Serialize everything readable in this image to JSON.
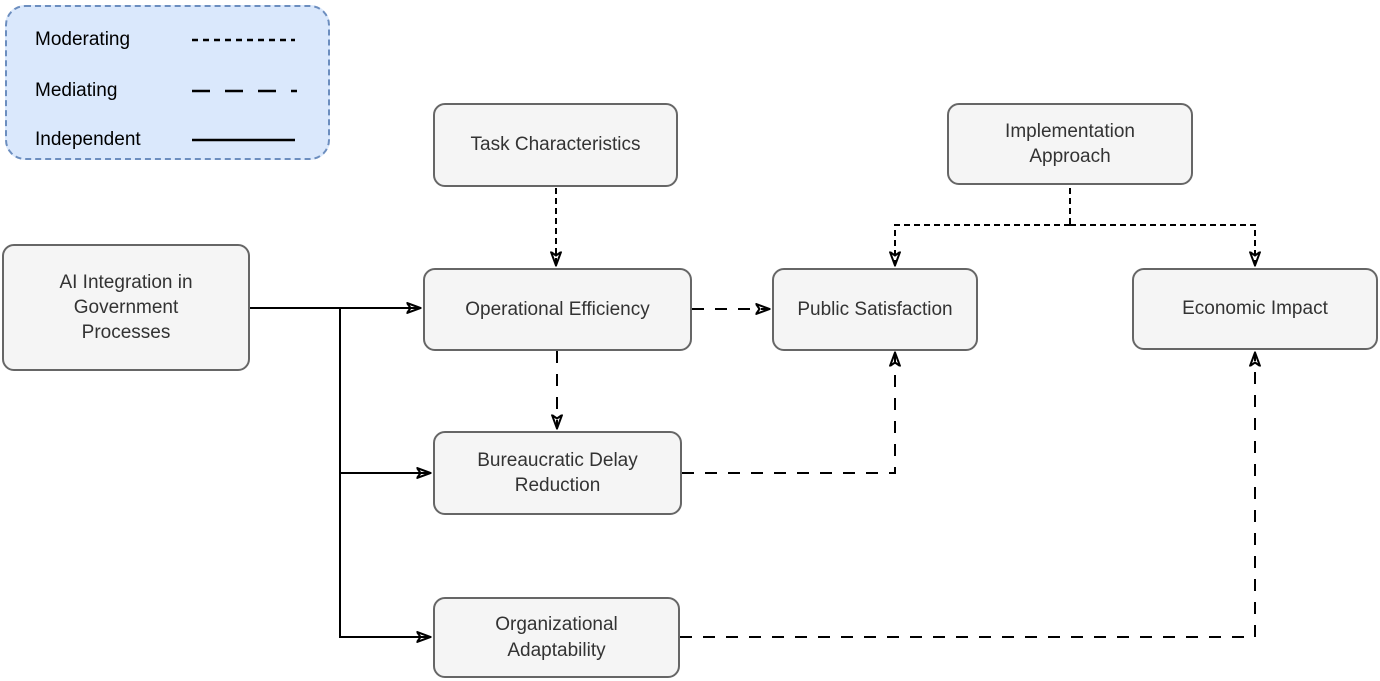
{
  "diagram": {
    "legend": {
      "items": [
        {
          "label": "Moderating",
          "line_style": "dotted"
        },
        {
          "label": "Mediating",
          "line_style": "dashed"
        },
        {
          "label": "Independent",
          "line_style": "solid"
        }
      ],
      "fill_color": "#dae8fc",
      "border_color": "#6c8ebf"
    },
    "nodes": {
      "ai_integration": {
        "label": "AI Integration in Government Processes"
      },
      "task_characteristics": {
        "label": "Task Characteristics"
      },
      "implementation_approach": {
        "label": "Implementation Approach"
      },
      "operational_efficiency": {
        "label": "Operational Efficiency"
      },
      "public_satisfaction": {
        "label": "Public Satisfaction"
      },
      "economic_impact": {
        "label": "Economic Impact"
      },
      "bureaucratic_delay_reduction": {
        "label": "Bureaucratic Delay Reduction"
      },
      "organizational_adaptability": {
        "label": "Organizational Adaptability"
      }
    },
    "edges": [
      {
        "from": "ai_integration",
        "to": "operational_efficiency",
        "style": "solid"
      },
      {
        "from": "ai_integration",
        "to": "bureaucratic_delay_reduction",
        "style": "solid"
      },
      {
        "from": "ai_integration",
        "to": "organizational_adaptability",
        "style": "solid"
      },
      {
        "from": "operational_efficiency",
        "to": "public_satisfaction",
        "style": "dashed"
      },
      {
        "from": "operational_efficiency",
        "to": "bureaucratic_delay_reduction",
        "style": "dashed"
      },
      {
        "from": "bureaucratic_delay_reduction",
        "to": "public_satisfaction",
        "style": "dashed"
      },
      {
        "from": "organizational_adaptability",
        "to": "economic_impact",
        "style": "dashed"
      },
      {
        "from": "task_characteristics",
        "to": "operational_efficiency",
        "style": "dotted"
      },
      {
        "from": "implementation_approach",
        "to": "public_satisfaction",
        "style": "dotted"
      },
      {
        "from": "implementation_approach",
        "to": "economic_impact",
        "style": "dotted"
      }
    ],
    "colors": {
      "node_fill": "#f5f5f5",
      "node_border": "#666666",
      "node_text": "#333333",
      "edge": "#000000"
    }
  }
}
